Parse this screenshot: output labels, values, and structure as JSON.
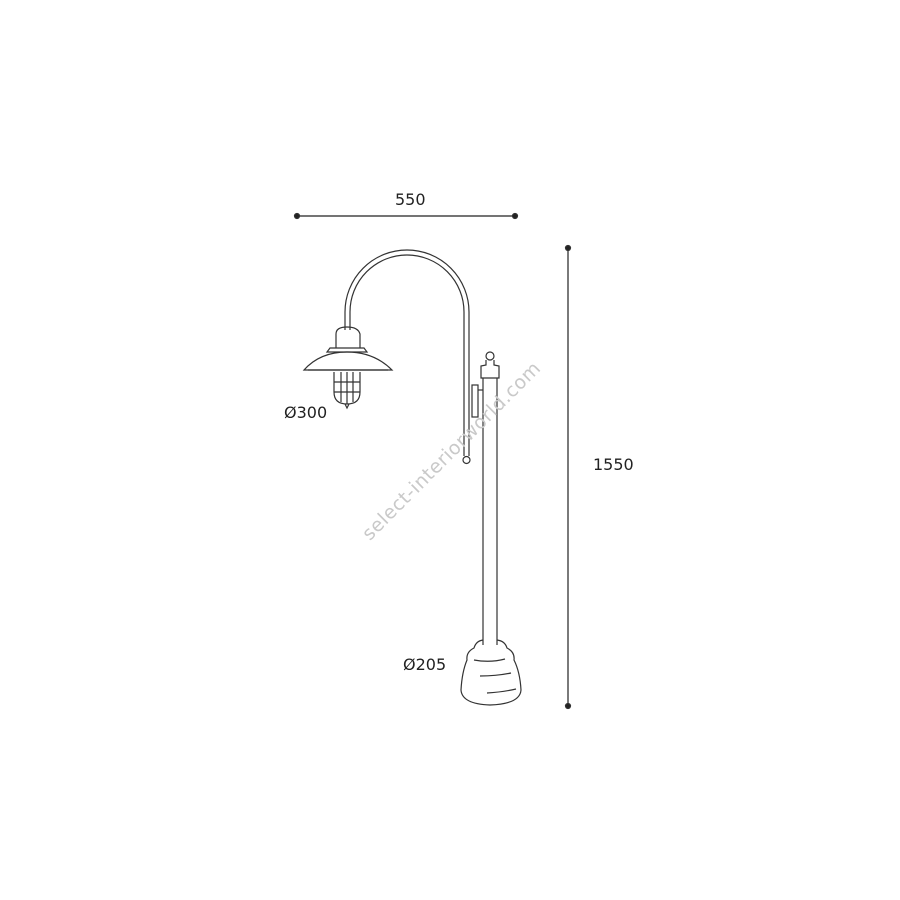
{
  "dimensions": {
    "width_label": "550",
    "height_label": "1550",
    "shade_diameter_label": "Ø300",
    "base_diameter_label": "Ø205"
  },
  "watermark": "select-interiorworld.com",
  "colors": {
    "line": "#333333",
    "watermark": "#c9c9c9"
  }
}
